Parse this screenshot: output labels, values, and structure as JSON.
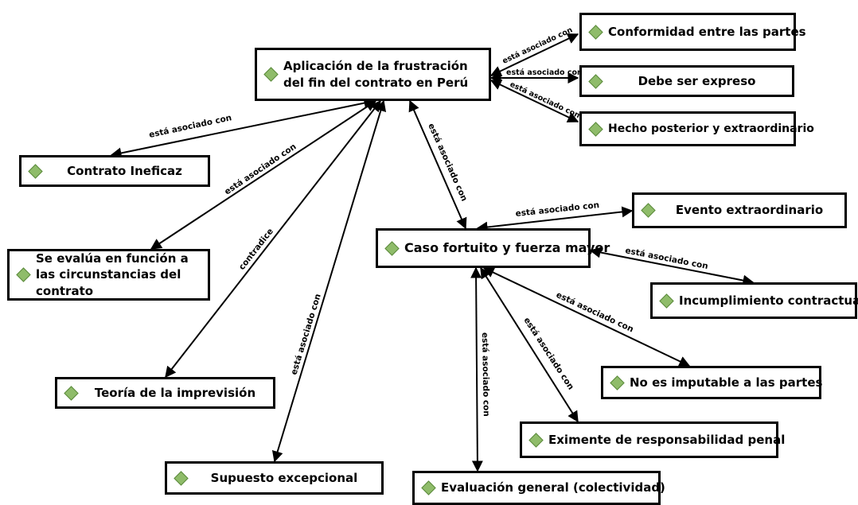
{
  "nodes": {
    "aplicacion": "Aplicación de la frustración del fin del contrato en Perú",
    "conformidad": "Conformidad entre las partes",
    "expreso": "Debe ser expreso",
    "hecho": "Hecho posterior y extraordinario",
    "ineficaz": "Contrato Ineficaz",
    "circunstancias": "Se evalúa en función a las circunstancias del contrato",
    "imprevision": "Teoría de la imprevisión",
    "supuesto": "Supuesto excepcional",
    "caso": "Caso fortuito y fuerza mayor",
    "evento": "Evento extraordinario",
    "incumplimiento": "Incumplimiento contractual",
    "imputable": "No es imputable a las partes",
    "eximente": "Eximente de responsabilidad penal",
    "evaluacion": "Evaluación general (colectividad)"
  },
  "edges": {
    "asociado": "está asociado con",
    "contradice": "contradice"
  },
  "colors": {
    "diamond": "#8fbc6a",
    "border": "#000000"
  },
  "icons": {
    "node_marker": "diamond-icon"
  }
}
